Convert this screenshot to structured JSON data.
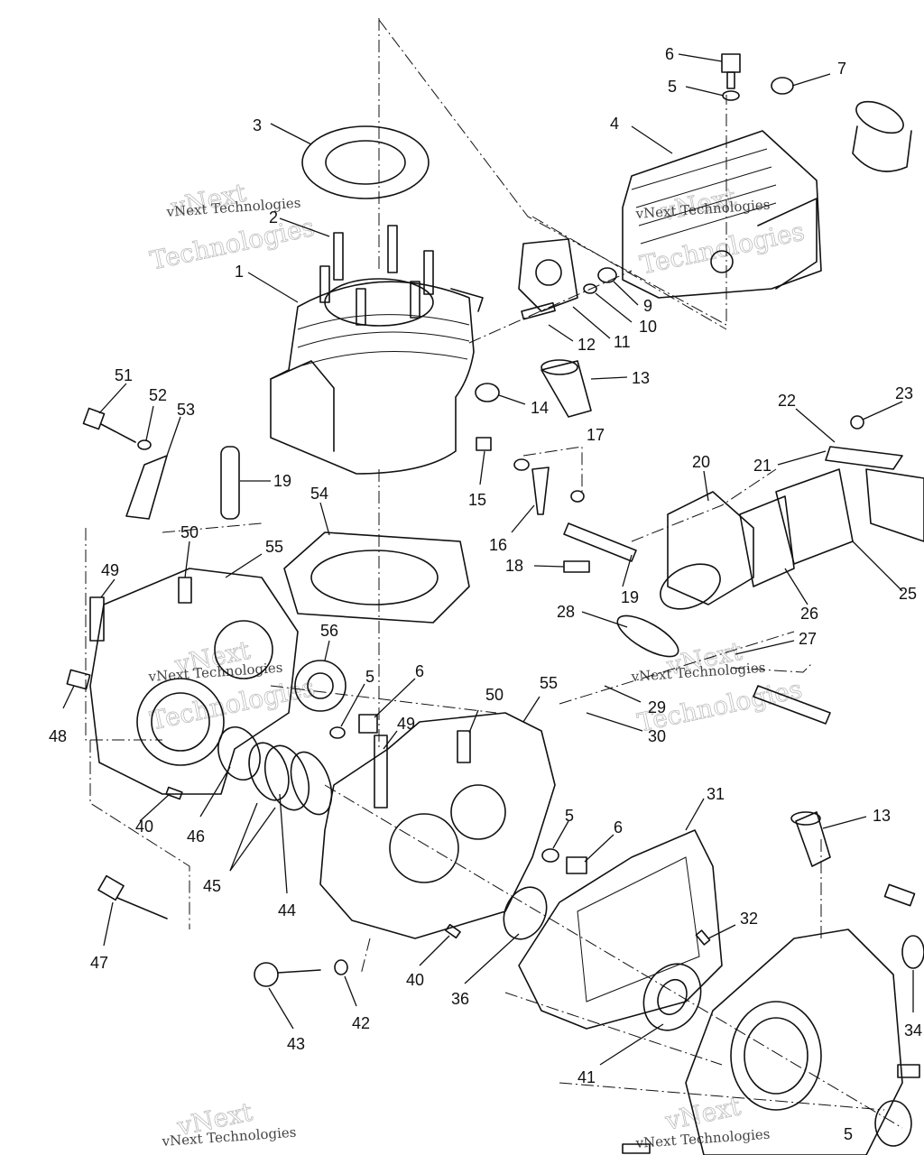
{
  "watermark": {
    "line1": "vNext",
    "line2": "Technologies",
    "small": "vNext Technologies"
  },
  "callouts": [
    {
      "id": "p3",
      "text": "3"
    },
    {
      "id": "p2",
      "text": "2"
    },
    {
      "id": "p1",
      "text": "1"
    },
    {
      "id": "p4",
      "text": "4"
    },
    {
      "id": "p5a",
      "text": "5"
    },
    {
      "id": "p6a",
      "text": "6"
    },
    {
      "id": "p7",
      "text": "7"
    },
    {
      "id": "p9",
      "text": "9"
    },
    {
      "id": "p10",
      "text": "10"
    },
    {
      "id": "p11",
      "text": "11"
    },
    {
      "id": "p12",
      "text": "12"
    },
    {
      "id": "p13a",
      "text": "13"
    },
    {
      "id": "p14",
      "text": "14"
    },
    {
      "id": "p15",
      "text": "15"
    },
    {
      "id": "p16",
      "text": "16"
    },
    {
      "id": "p17",
      "text": "17"
    },
    {
      "id": "p18",
      "text": "18"
    },
    {
      "id": "p19a",
      "text": "19"
    },
    {
      "id": "p19b",
      "text": "19"
    },
    {
      "id": "p20",
      "text": "20"
    },
    {
      "id": "p21",
      "text": "21"
    },
    {
      "id": "p22",
      "text": "22"
    },
    {
      "id": "p23",
      "text": "23"
    },
    {
      "id": "p25",
      "text": "25"
    },
    {
      "id": "p26",
      "text": "26"
    },
    {
      "id": "p27",
      "text": "27"
    },
    {
      "id": "p28",
      "text": "28"
    },
    {
      "id": "p29",
      "text": "29"
    },
    {
      "id": "p30",
      "text": "30"
    },
    {
      "id": "p31",
      "text": "31"
    },
    {
      "id": "p32",
      "text": "32"
    },
    {
      "id": "p13b",
      "text": "13"
    },
    {
      "id": "p34",
      "text": "34"
    },
    {
      "id": "p36",
      "text": "36"
    },
    {
      "id": "p40a",
      "text": "40"
    },
    {
      "id": "p40b",
      "text": "40"
    },
    {
      "id": "p41",
      "text": "41"
    },
    {
      "id": "p42",
      "text": "42"
    },
    {
      "id": "p43",
      "text": "43"
    },
    {
      "id": "p44",
      "text": "44"
    },
    {
      "id": "p45",
      "text": "45"
    },
    {
      "id": "p46",
      "text": "46"
    },
    {
      "id": "p47",
      "text": "47"
    },
    {
      "id": "p48",
      "text": "48"
    },
    {
      "id": "p49a",
      "text": "49"
    },
    {
      "id": "p49b",
      "text": "49"
    },
    {
      "id": "p50a",
      "text": "50"
    },
    {
      "id": "p50b",
      "text": "50"
    },
    {
      "id": "p51",
      "text": "51"
    },
    {
      "id": "p52",
      "text": "52"
    },
    {
      "id": "p53",
      "text": "53"
    },
    {
      "id": "p54",
      "text": "54"
    },
    {
      "id": "p55a",
      "text": "55"
    },
    {
      "id": "p55b",
      "text": "55"
    },
    {
      "id": "p56",
      "text": "56"
    },
    {
      "id": "p5b",
      "text": "5"
    },
    {
      "id": "p6b",
      "text": "6"
    },
    {
      "id": "p5c",
      "text": "5"
    },
    {
      "id": "p6c",
      "text": "6"
    },
    {
      "id": "p5d",
      "text": "5"
    }
  ]
}
